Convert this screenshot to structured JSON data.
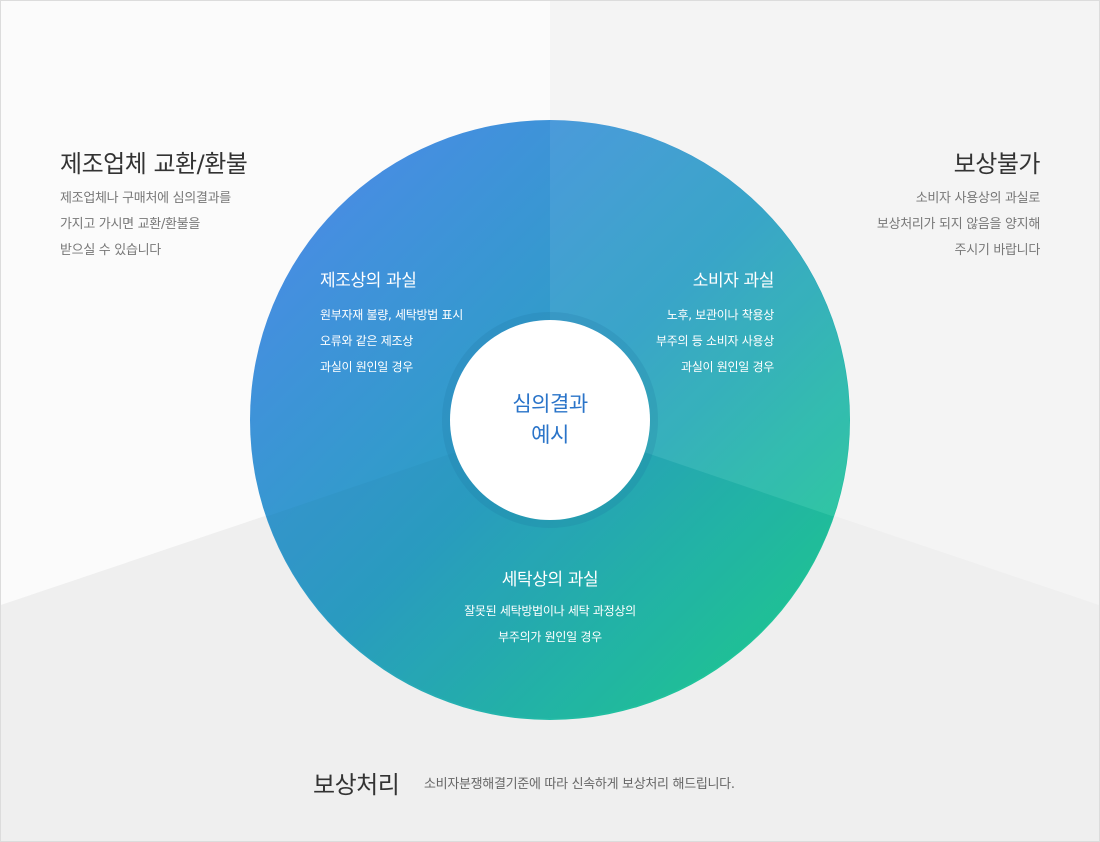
{
  "top_left": {
    "title": "제조업체 교환/환불",
    "lines": [
      "제조업체나 구매처에 심의결과를",
      "가지고 가시면 교환/환불을",
      "받으실 수 있습니다"
    ]
  },
  "top_right": {
    "title": "보상불가",
    "lines": [
      "소비자 사용상의 과실로",
      "보상처리가 되지 않음을 양지해",
      "주시기 바랍니다"
    ]
  },
  "bottom": {
    "title": "보상처리",
    "desc": "소비자분쟁해결기준에 따라 신속하게 보상처리 해드립니다."
  },
  "segments": {
    "manufacturing": {
      "title": "제조상의 과실",
      "lines": [
        "원부자재 불량, 세탁방법 표시",
        "오류와 같은 제조상",
        "과실이 원인일 경우"
      ]
    },
    "consumer": {
      "title": "소비자 과실",
      "lines": [
        "노후, 보관이나 착용상",
        "부주의 등 소비자 사용상",
        "과실이 원인일 경우"
      ]
    },
    "washing": {
      "title": "세탁상의 과실",
      "lines": [
        "잘못된 세탁방법이나 세탁 과정상의",
        "부주의가 원인일 경우"
      ]
    }
  },
  "center": {
    "line1": "심의결과",
    "line2": "예시"
  },
  "colors": {
    "gradient_start": "#4b8be6",
    "gradient_end": "#1ecc92",
    "center_text": "#2a74c9",
    "bg_left": "#fbfbfb",
    "bg_right": "#f3f3f3",
    "bg_bottom": "#efefef"
  }
}
